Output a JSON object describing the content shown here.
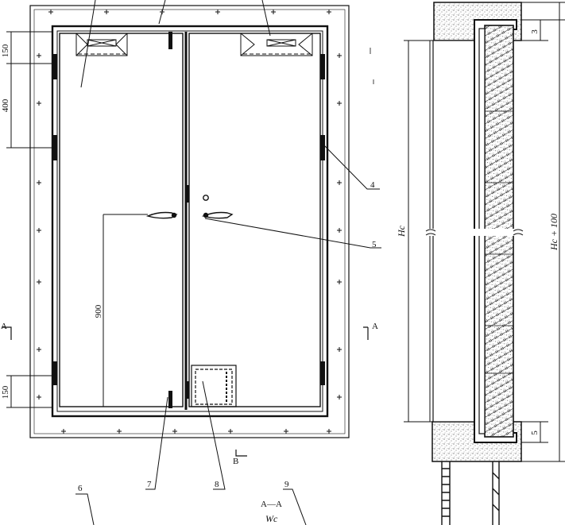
{
  "dimensions": {
    "top_offset": "150",
    "top_span": "400",
    "handle_height": "900",
    "bottom_offset": "150",
    "section_top_gap": "3",
    "section_bottom_gap": "5",
    "clear_height": "Hc",
    "overall_height": "Hc + 100"
  },
  "callouts": {
    "c4": "4",
    "c5": "5",
    "c6": "6",
    "c7": "7",
    "c8": "8",
    "c9": "9"
  },
  "section_marks": {
    "left": "A",
    "right": "A",
    "bottom": "B"
  },
  "captions": {
    "section_title": "A—A",
    "width_label": "Wc"
  },
  "colors": {
    "ink": "#111111",
    "paper": "#ffffff",
    "speckle": "#e8e8e8"
  }
}
